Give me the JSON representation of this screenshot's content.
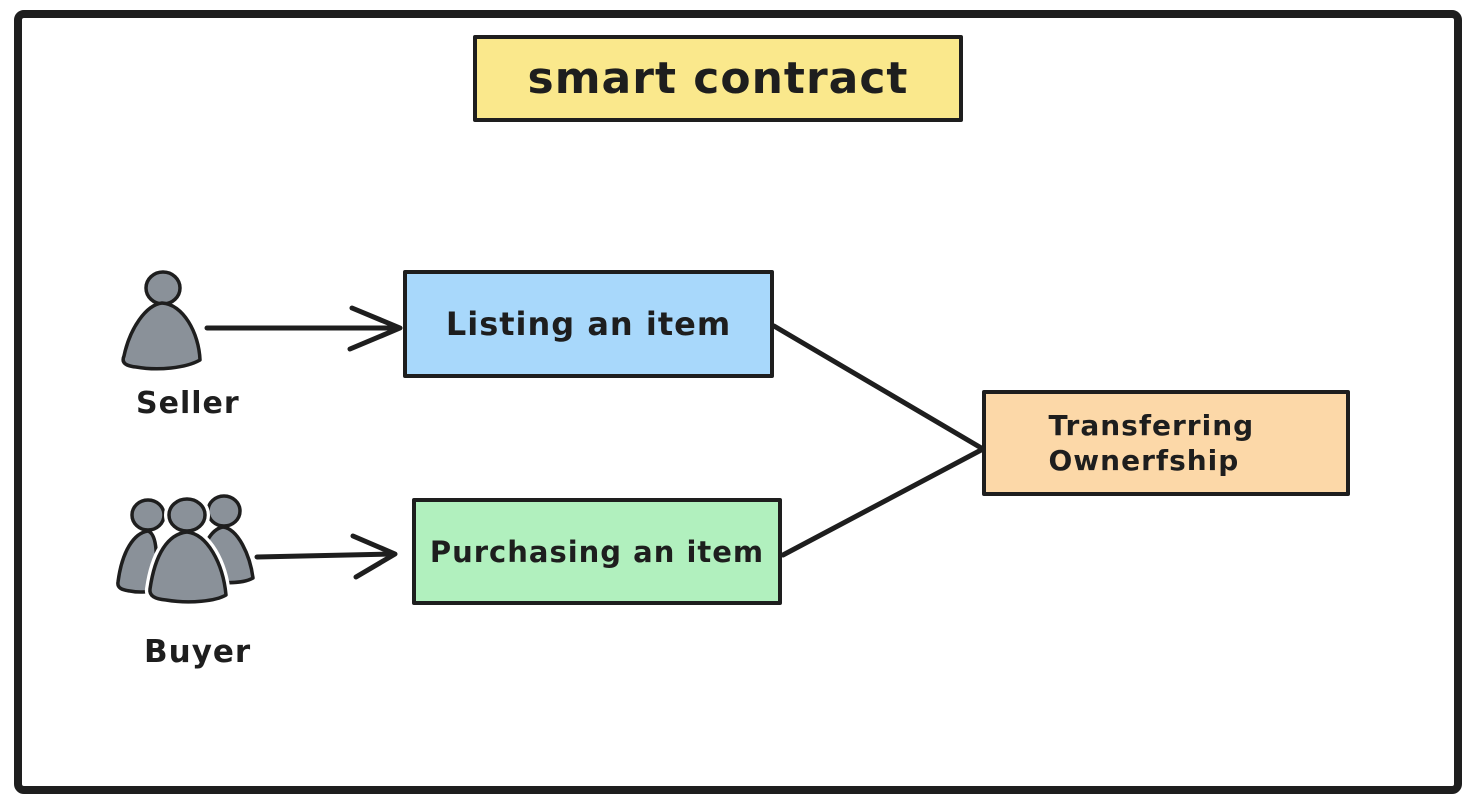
{
  "canvas": {
    "background": "#ffffff",
    "frame_color": "#1e1e1e",
    "stroke_color": "#1e1e1e"
  },
  "title": {
    "label": "smart contract",
    "background": "#fae88c"
  },
  "actors": {
    "seller": {
      "label": "Seller",
      "icon": "person-icon",
      "fill": "#8a9199"
    },
    "buyer": {
      "label": "Buyer",
      "icon": "people-group-icon",
      "fill": "#8a9199"
    }
  },
  "nodes": {
    "listing": {
      "label": "Listing an item",
      "background": "#a8d8fb"
    },
    "purchasing": {
      "label": "Purchasing an item",
      "background": "#b1f0be"
    },
    "transferring": {
      "label": "Transferring Ownerfship",
      "background": "#fcd8a8"
    }
  },
  "edges": [
    {
      "from": "seller",
      "to": "listing",
      "style": "arrow"
    },
    {
      "from": "buyer",
      "to": "purchasing",
      "style": "arrow"
    },
    {
      "from": "listing",
      "to": "transferring",
      "style": "line"
    },
    {
      "from": "purchasing",
      "to": "transferring",
      "style": "line"
    }
  ]
}
